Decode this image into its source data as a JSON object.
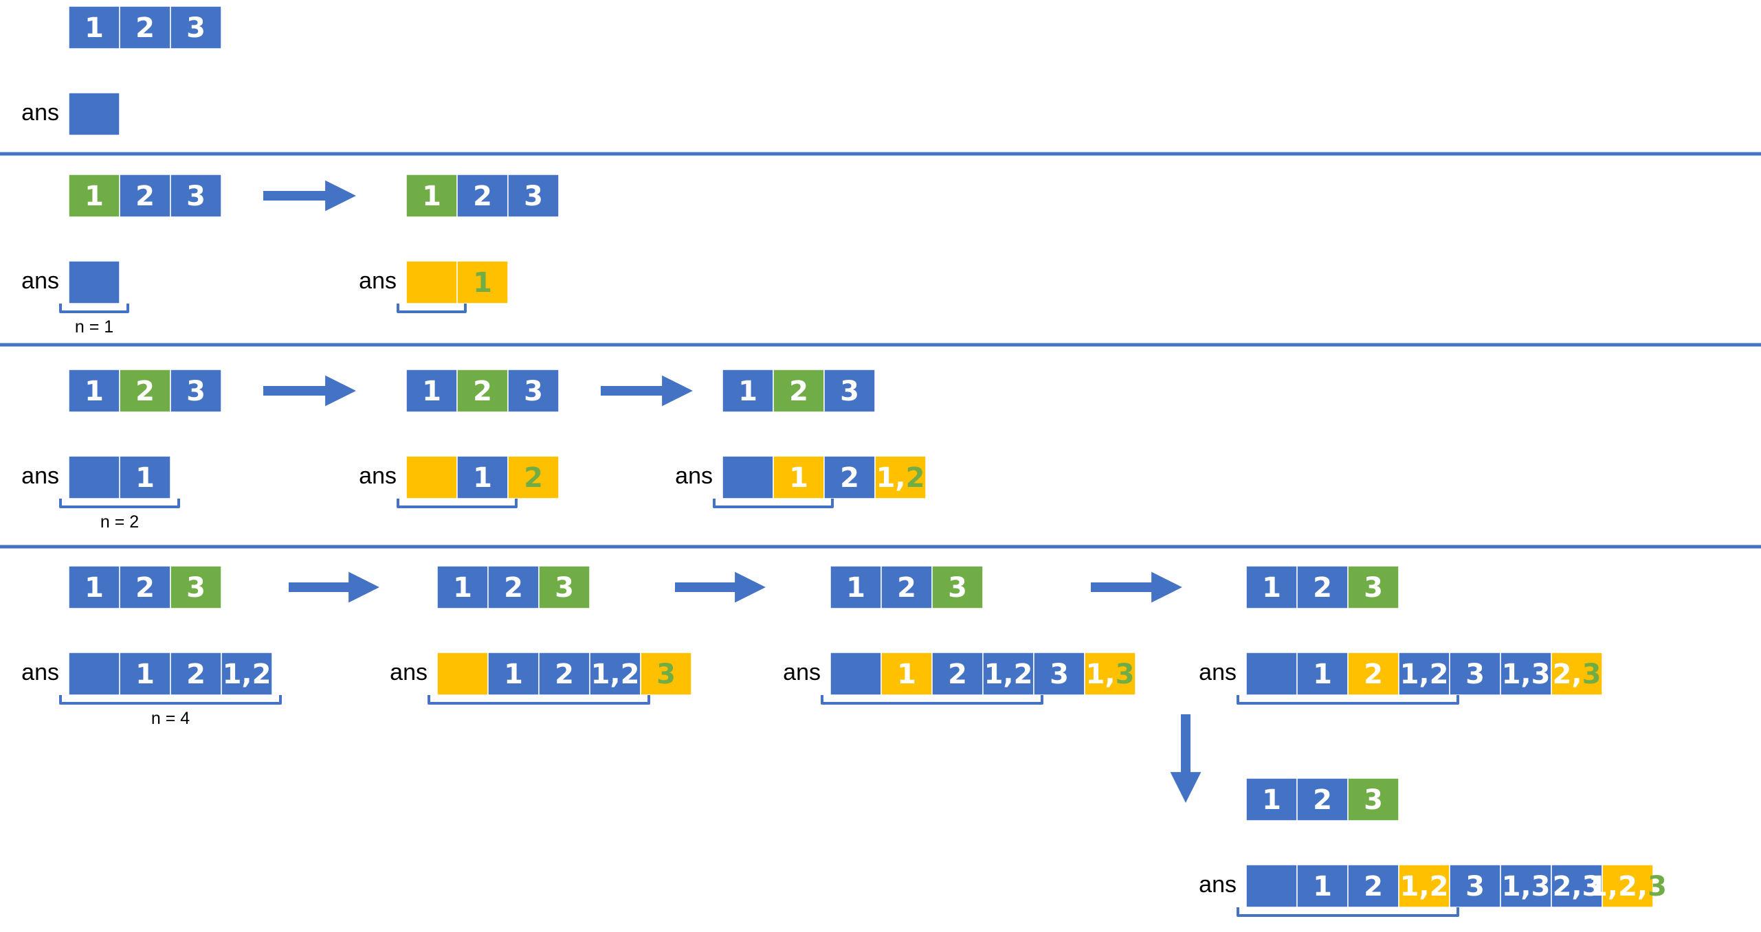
{
  "colors": {
    "blue": "#4472C4",
    "green": "#70AD47",
    "yellow": "#FFC000",
    "text_white": "#FFFFFF",
    "text_green": "#70AD47",
    "divider": "#4472C4"
  },
  "ans_label": "ans",
  "panels": [
    {
      "n_label": "",
      "steps": [
        {
          "input": [
            {
              "t": "1",
              "c": "blue"
            },
            {
              "t": "2",
              "c": "blue"
            },
            {
              "t": "3",
              "c": "blue"
            }
          ],
          "ans": [
            [
              {
                "t": "",
                "c": "blue"
              }
            ]
          ],
          "bracket_cells": 0
        }
      ]
    },
    {
      "n_label": "n = 1",
      "steps": [
        {
          "input": [
            {
              "t": "1",
              "c": "green"
            },
            {
              "t": "2",
              "c": "blue"
            },
            {
              "t": "3",
              "c": "blue"
            }
          ],
          "ans": [
            [
              {
                "t": "",
                "c": "blue"
              }
            ]
          ],
          "bracket_cells": 1
        },
        {
          "input": [
            {
              "t": "1",
              "c": "green"
            },
            {
              "t": "2",
              "c": "blue"
            },
            {
              "t": "3",
              "c": "blue"
            }
          ],
          "ans": [
            [
              {
                "t": "",
                "c": "yellow"
              }
            ],
            [
              {
                "t": "1",
                "c": "yellow",
                "g": true
              }
            ]
          ],
          "bracket_cells": 1
        }
      ]
    },
    {
      "n_label": "n = 2",
      "steps": [
        {
          "input": [
            {
              "t": "1",
              "c": "blue"
            },
            {
              "t": "2",
              "c": "green"
            },
            {
              "t": "3",
              "c": "blue"
            }
          ],
          "ans": [
            [
              {
                "t": "",
                "c": "blue"
              }
            ],
            [
              {
                "t": "1",
                "c": "blue"
              }
            ]
          ],
          "bracket_cells": 2
        },
        {
          "input": [
            {
              "t": "1",
              "c": "blue"
            },
            {
              "t": "2",
              "c": "green"
            },
            {
              "t": "3",
              "c": "blue"
            }
          ],
          "ans": [
            [
              {
                "t": "",
                "c": "yellow"
              }
            ],
            [
              {
                "t": "1",
                "c": "blue"
              }
            ],
            [
              {
                "t": "2",
                "c": "yellow",
                "g": true
              }
            ]
          ],
          "bracket_cells": 2
        },
        {
          "input": [
            {
              "t": "1",
              "c": "blue"
            },
            {
              "t": "2",
              "c": "green"
            },
            {
              "t": "3",
              "c": "blue"
            }
          ],
          "ans": [
            [
              {
                "t": "",
                "c": "blue"
              }
            ],
            [
              {
                "t": "1",
                "c": "yellow"
              }
            ],
            [
              {
                "t": "2",
                "c": "blue"
              }
            ],
            [
              {
                "t": "1,",
                "c": "yellow"
              },
              {
                "t": "2",
                "c": "yellow",
                "g": true
              }
            ]
          ],
          "bracket_cells": 2
        }
      ]
    },
    {
      "n_label": "n = 4",
      "steps": [
        {
          "input": [
            {
              "t": "1",
              "c": "blue"
            },
            {
              "t": "2",
              "c": "blue"
            },
            {
              "t": "3",
              "c": "green"
            }
          ],
          "ans": [
            [
              {
                "t": "",
                "c": "blue"
              }
            ],
            [
              {
                "t": "1",
                "c": "blue"
              }
            ],
            [
              {
                "t": "2",
                "c": "blue"
              }
            ],
            [
              {
                "t": "1,2",
                "c": "blue"
              }
            ]
          ],
          "bracket_cells": 4
        },
        {
          "input": [
            {
              "t": "1",
              "c": "blue"
            },
            {
              "t": "2",
              "c": "blue"
            },
            {
              "t": "3",
              "c": "green"
            }
          ],
          "ans": [
            [
              {
                "t": "",
                "c": "yellow"
              }
            ],
            [
              {
                "t": "1",
                "c": "blue"
              }
            ],
            [
              {
                "t": "2",
                "c": "blue"
              }
            ],
            [
              {
                "t": "1,2",
                "c": "blue"
              }
            ],
            [
              {
                "t": "3",
                "c": "yellow",
                "g": true
              }
            ]
          ],
          "bracket_cells": 4
        },
        {
          "input": [
            {
              "t": "1",
              "c": "blue"
            },
            {
              "t": "2",
              "c": "blue"
            },
            {
              "t": "3",
              "c": "green"
            }
          ],
          "ans": [
            [
              {
                "t": "",
                "c": "blue"
              }
            ],
            [
              {
                "t": "1",
                "c": "yellow"
              }
            ],
            [
              {
                "t": "2",
                "c": "blue"
              }
            ],
            [
              {
                "t": "1,2",
                "c": "blue"
              }
            ],
            [
              {
                "t": "3",
                "c": "blue"
              }
            ],
            [
              {
                "t": "1,",
                "c": "yellow"
              },
              {
                "t": "3",
                "c": "yellow",
                "g": true
              }
            ]
          ],
          "bracket_cells": 4
        },
        {
          "input": [
            {
              "t": "1",
              "c": "blue"
            },
            {
              "t": "2",
              "c": "blue"
            },
            {
              "t": "3",
              "c": "green"
            }
          ],
          "ans": [
            [
              {
                "t": "",
                "c": "blue"
              }
            ],
            [
              {
                "t": "1",
                "c": "blue"
              }
            ],
            [
              {
                "t": "2",
                "c": "yellow"
              }
            ],
            [
              {
                "t": "1,2",
                "c": "blue"
              }
            ],
            [
              {
                "t": "3",
                "c": "blue"
              }
            ],
            [
              {
                "t": "1,3",
                "c": "blue"
              }
            ],
            [
              {
                "t": "2,",
                "c": "yellow"
              },
              {
                "t": "3",
                "c": "yellow",
                "g": true
              }
            ]
          ],
          "bracket_cells": 4
        },
        {
          "input": [
            {
              "t": "1",
              "c": "blue"
            },
            {
              "t": "2",
              "c": "blue"
            },
            {
              "t": "3",
              "c": "green"
            }
          ],
          "ans": [
            [
              {
                "t": "",
                "c": "blue"
              }
            ],
            [
              {
                "t": "1",
                "c": "blue"
              }
            ],
            [
              {
                "t": "2",
                "c": "blue"
              }
            ],
            [
              {
                "t": "1,2",
                "c": "yellow"
              }
            ],
            [
              {
                "t": "3",
                "c": "blue"
              }
            ],
            [
              {
                "t": "1,3",
                "c": "blue"
              }
            ],
            [
              {
                "t": "2,3",
                "c": "blue"
              }
            ],
            [
              {
                "t": "1,2,",
                "c": "yellow"
              },
              {
                "t": "3",
                "c": "yellow",
                "g": true
              }
            ]
          ],
          "bracket_cells": 4
        }
      ]
    }
  ]
}
